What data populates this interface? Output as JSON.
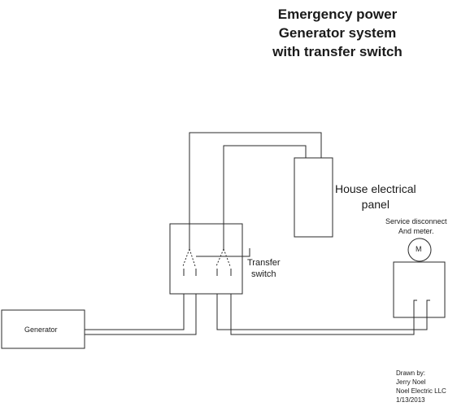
{
  "title": {
    "line1": "Emergency power",
    "line2": "Generator system",
    "line3": "with transfer switch"
  },
  "components": {
    "house_panel": {
      "line1": "House electrical",
      "line2": "panel"
    },
    "service_disconnect": {
      "line1": "Service disconnect",
      "line2": "And meter."
    },
    "meter_symbol": "M",
    "transfer_switch": {
      "line1": "Transfer",
      "line2": "switch"
    },
    "generator": "Generator"
  },
  "credit": {
    "line1": "Drawn by:",
    "line2": "Jerry Noel",
    "line3": "Noel Electric LLC",
    "line4": "1/13/2013"
  }
}
